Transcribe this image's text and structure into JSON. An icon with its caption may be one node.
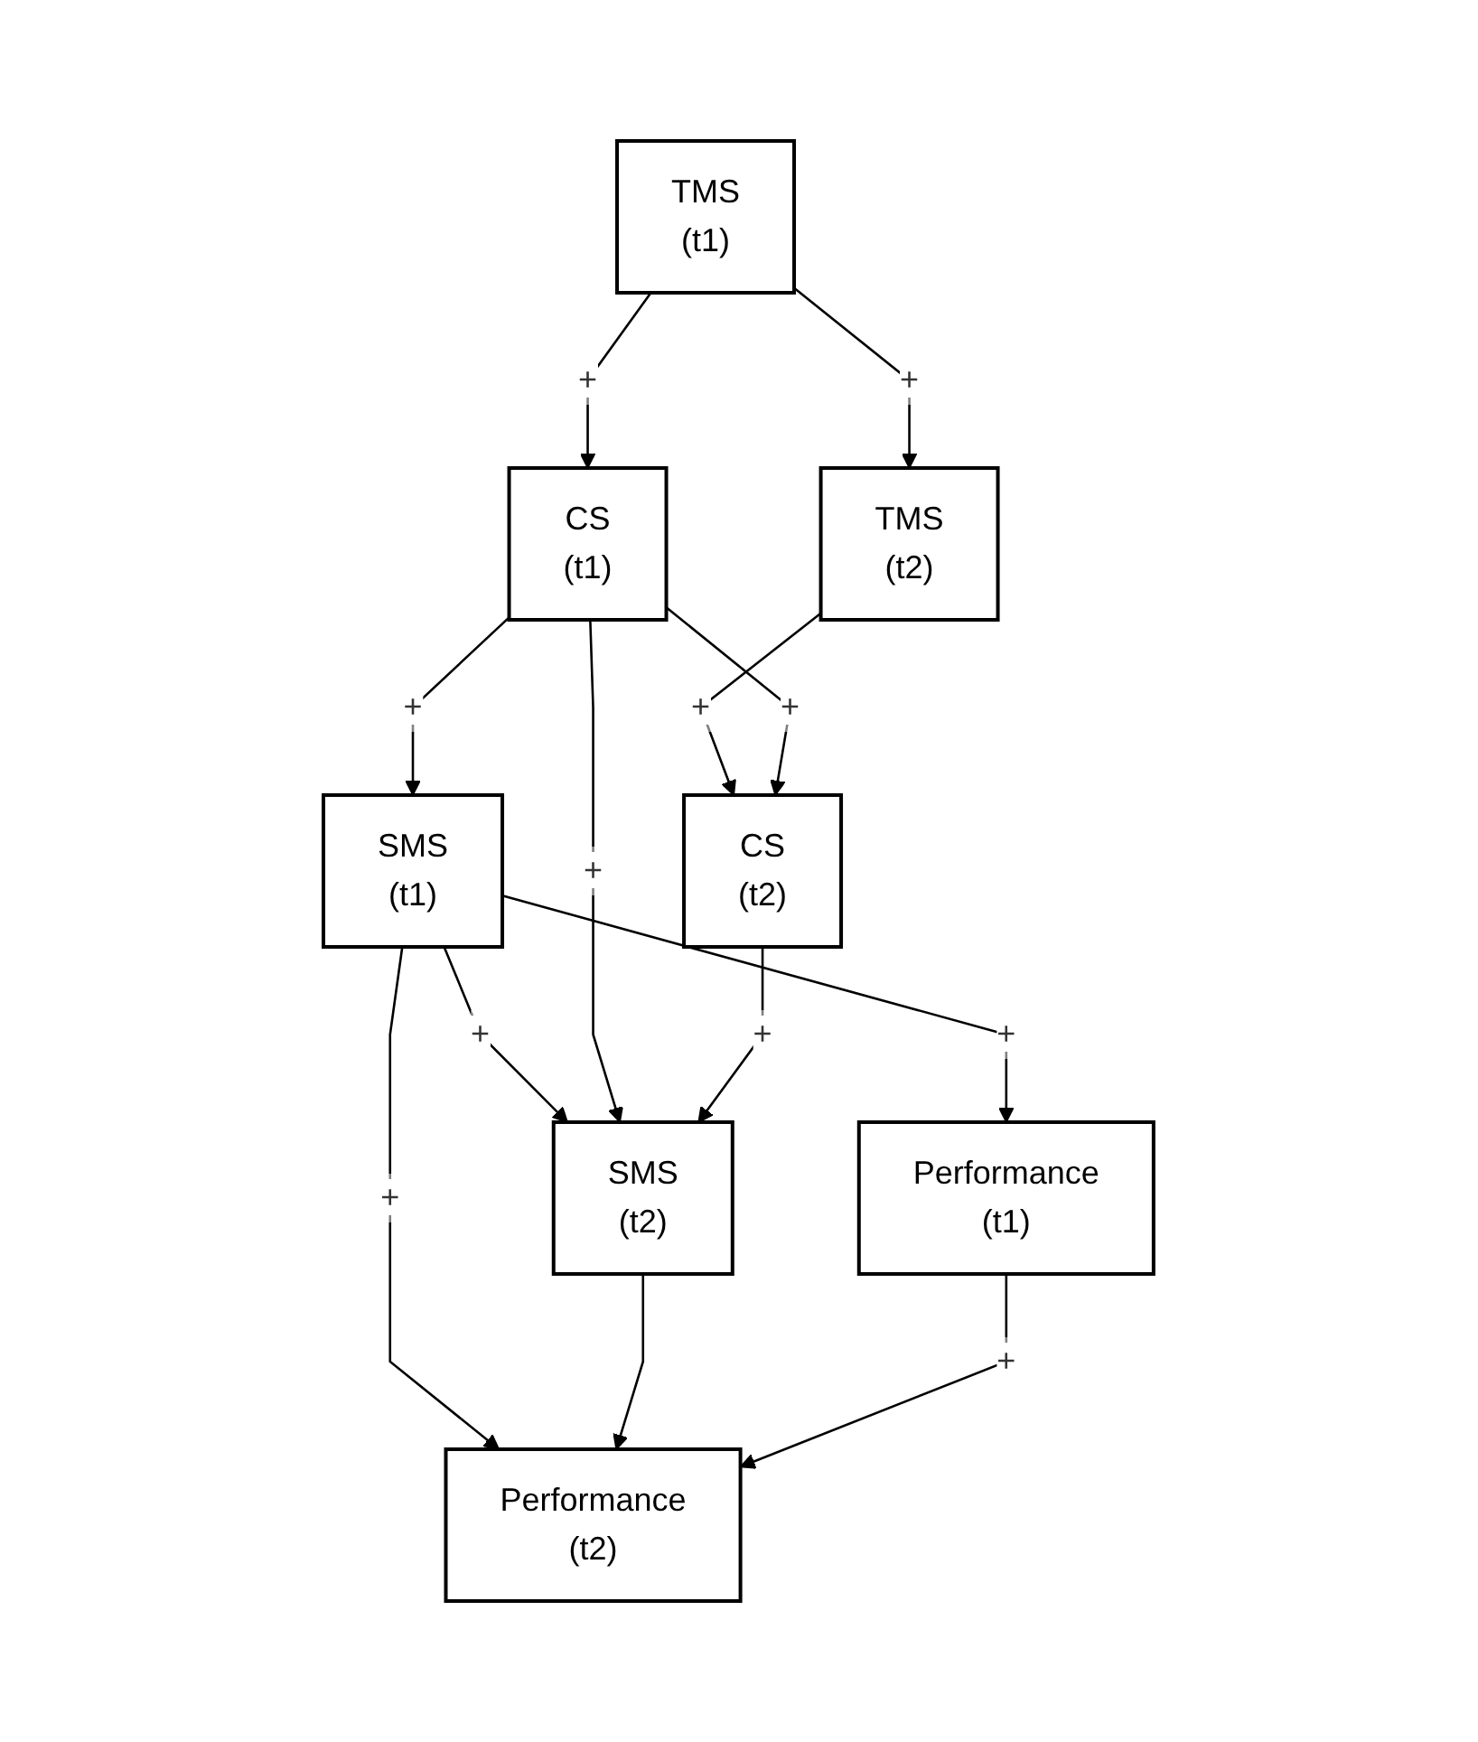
{
  "diagram": {
    "nodes": [
      {
        "text": [
          "TMS",
          "(t1)"
        ]
      },
      {
        "text": [
          "TMS",
          "(t2)"
        ]
      },
      {
        "text": [
          "SMS",
          "(t1)"
        ]
      },
      {
        "text": [
          "SMS",
          "(t2)"
        ]
      },
      {
        "text": [
          "Performance",
          "(t1)"
        ]
      },
      {
        "text": [
          "Performance",
          "(t2)"
        ]
      },
      {
        "text": [
          "CS",
          "(t1)"
        ]
      },
      {
        "text": [
          "CS",
          "(t2)"
        ]
      }
    ],
    "edges": [
      {
        "from": 0,
        "to": 1,
        "arrow": "to",
        "label": "+"
      },
      {
        "from": 0,
        "to": 6,
        "arrow": "to",
        "label": "+"
      },
      {
        "from": 1,
        "to": 7,
        "arrow": "to",
        "label": "+"
      },
      {
        "from": 2,
        "to": 3,
        "arrow": "to",
        "label": "+"
      },
      {
        "from": 2,
        "to": 4,
        "arrow": "to",
        "label": "+"
      },
      {
        "from": 2,
        "to": 5,
        "arrow": "to",
        "label": "+"
      },
      {
        "from": 3,
        "to": 5,
        "arrow": "to"
      },
      {
        "from": 4,
        "to": 5,
        "arrow": "to",
        "label": "+"
      },
      {
        "from": 6,
        "to": 2,
        "arrow": "to",
        "label": "+"
      },
      {
        "from": 6,
        "to": 3,
        "arrow": "to",
        "label": "+"
      },
      {
        "from": 6,
        "to": 7,
        "arrow": "to",
        "label": "+"
      },
      {
        "from": 7,
        "to": 3,
        "arrow": "to",
        "label": "+"
      }
    ]
  }
}
